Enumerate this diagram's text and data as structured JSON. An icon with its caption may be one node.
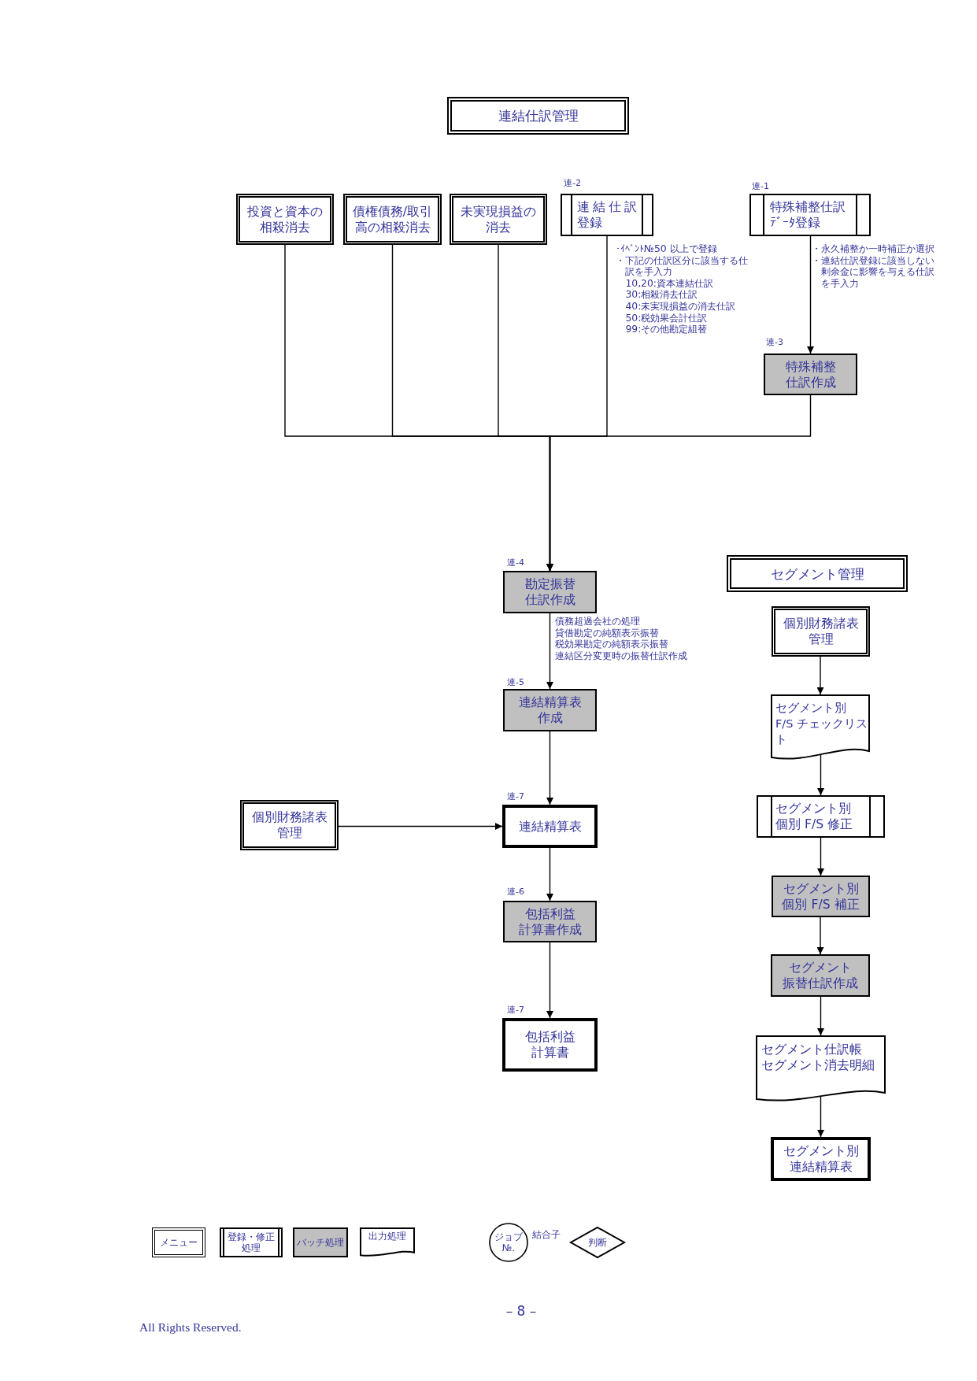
{
  "diagram": {
    "nodes": [
      {
        "text": [
          "連結仕訳管理"
        ]
      },
      {
        "text": [
          "投資と資本の相殺消去"
        ]
      },
      {
        "text": [
          "債権債務/取引高の相殺消去"
        ]
      },
      {
        "text": [
          "未実現損益の消去"
        ]
      },
      {
        "text": [
          "連結仕訳登録"
        ],
        "beside": [
          "連-2",
          "・ｲﾍﾞﾝﾄ№50 以上で登録",
          "・下記の仕訳区分に該当する仕訳を手入力",
          "10,20:資本連結仕訳",
          "30:相殺消去仕訳",
          "40:未実現損益の消去仕訳",
          "50:税効果会計仕訳",
          "99:その他勘定組替"
        ]
      },
      {
        "text": [
          "特殊補整仕訳ﾃﾞｰﾀ登録"
        ],
        "beside": [
          "連-1",
          "・永久補整か一時補正か選択",
          "・連結仕訳登録に該当しない剰余金に影響を与える仕訳を手入力"
        ]
      },
      {
        "text": [
          "特殊補整仕訳作成"
        ],
        "beside": [
          "連-3"
        ]
      },
      {
        "text": [
          "勘定振替仕訳作成"
        ],
        "beside": [
          "連-4",
          "債務超過会社の処理",
          "貸借勘定の純額表示振替",
          "税効果勘定の純額表示振替",
          "連結区分変更時の振替仕訳作成"
        ]
      },
      {
        "text": [
          "連結精算表作成"
        ],
        "beside": [
          "連-5"
        ]
      },
      {
        "text": [
          "個別財務諸表管理"
        ]
      },
      {
        "text": [
          "連結精算表"
        ],
        "beside": [
          "連-7"
        ]
      },
      {
        "text": [
          "包括利益計算書作成"
        ],
        "beside": [
          "連-6"
        ]
      },
      {
        "text": [
          "包括利益計算書"
        ],
        "beside": [
          "連-7"
        ]
      },
      {
        "text": [
          "セグメント管理"
        ]
      },
      {
        "text": [
          "個別財務諸表管理"
        ]
      },
      {
        "text": [
          "セグメント別F/S チェックリスト"
        ]
      },
      {
        "text": [
          "セグメント別個別 F/S 修正"
        ]
      },
      {
        "text": [
          "セグメント別個別 F/S 補正"
        ]
      },
      {
        "text": [
          "セグメント振替仕訳作成"
        ]
      },
      {
        "text": [
          "セグメント仕訳帳",
          "セグメント消去明細"
        ]
      },
      {
        "text": [
          "セグメント別連結精算表"
        ]
      }
    ],
    "edges": [
      {
        "from": 1,
        "to": 7,
        "arrow": "to"
      },
      {
        "from": 2,
        "to": 7,
        "arrow": "to"
      },
      {
        "from": 3,
        "to": 7,
        "arrow": "to"
      },
      {
        "from": 4,
        "to": 7,
        "arrow": "to"
      },
      {
        "from": 6,
        "to": 7,
        "arrow": "to"
      },
      {
        "from": 5,
        "to": 6,
        "arrow": "to"
      },
      {
        "from": 7,
        "to": 8,
        "arrow": "to"
      },
      {
        "from": 8,
        "to": 10,
        "arrow": "to"
      },
      {
        "from": 9,
        "to": 10,
        "arrow": "to"
      },
      {
        "from": 10,
        "to": 11,
        "arrow": "to"
      },
      {
        "from": 11,
        "to": 12,
        "arrow": "to"
      },
      {
        "from": 14,
        "to": 15,
        "arrow": "to"
      },
      {
        "from": 15,
        "to": 16,
        "arrow": "to"
      },
      {
        "from": 16,
        "to": 17,
        "arrow": "to"
      },
      {
        "from": 17,
        "to": 18,
        "arrow": "to"
      },
      {
        "from": 18,
        "to": 19,
        "arrow": "to"
      },
      {
        "from": 19,
        "to": 20,
        "arrow": "to"
      }
    ],
    "labels": [
      "ジョブ№.",
      "– 8 –",
      "All Rights Reserved."
    ],
    "legend": [
      {
        "text": "メニュー"
      },
      {
        "text": "登録・修正処理"
      },
      {
        "text": "バッチ処理"
      },
      {
        "text": "出力処理"
      },
      {
        "text": "結合子"
      },
      {
        "text": "判断"
      }
    ]
  }
}
